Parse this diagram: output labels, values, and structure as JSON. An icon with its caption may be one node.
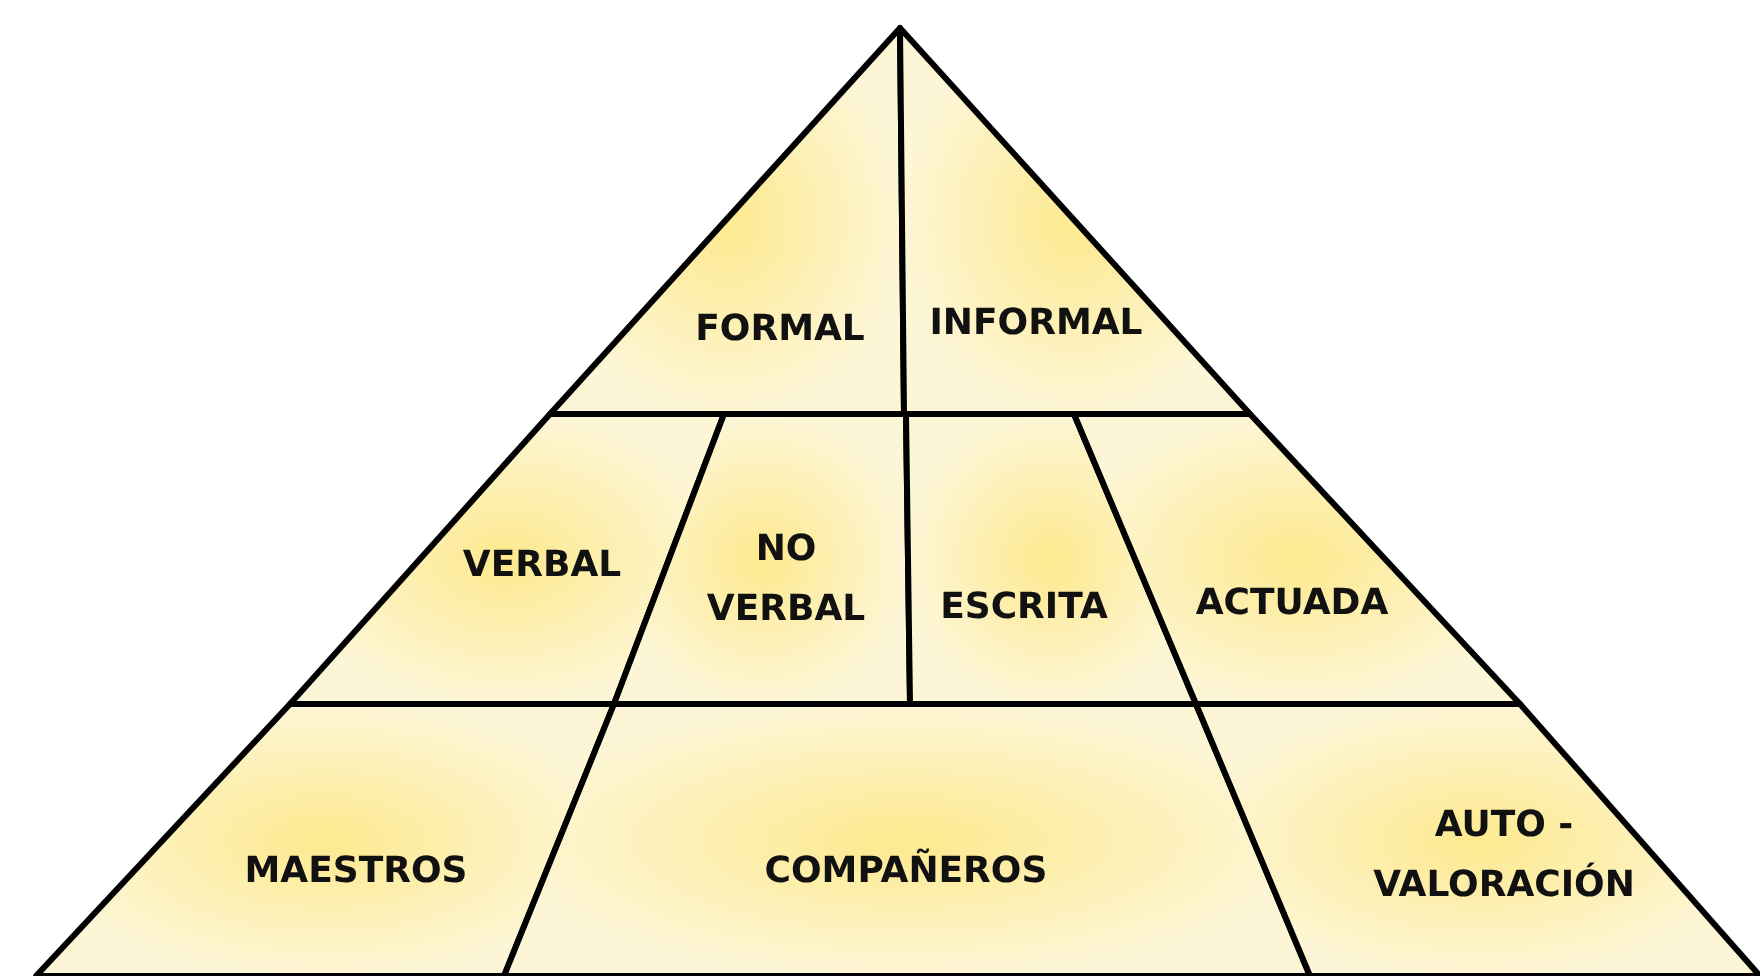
{
  "diagram": {
    "nodes": [
      {
        "text": [
          "FORMAL"
        ]
      },
      {
        "text": [
          "INFORMAL"
        ]
      },
      {
        "text": [
          "VERBAL"
        ]
      },
      {
        "text": [
          "NO VERBAL"
        ]
      },
      {
        "text": [
          "ESCRITA"
        ]
      },
      {
        "text": [
          "ACTUADA"
        ]
      },
      {
        "text": [
          "MAESTROS"
        ]
      },
      {
        "text": [
          "COMPAÑEROS"
        ]
      },
      {
        "text": [
          "AUTO - VALORACIÓN"
        ]
      }
    ],
    "edges": []
  }
}
